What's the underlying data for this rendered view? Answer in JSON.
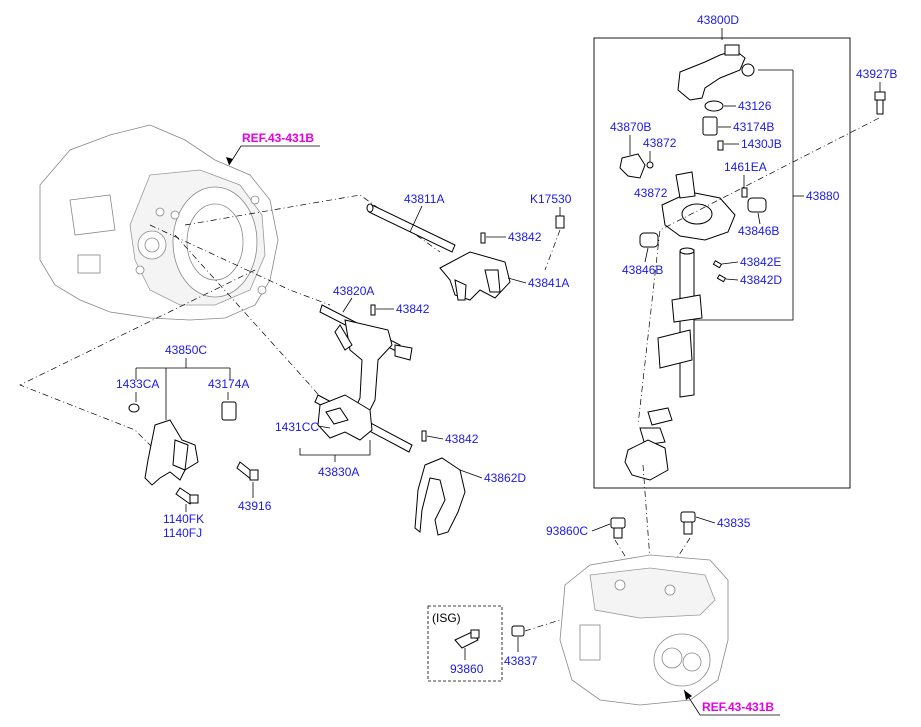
{
  "labels": {
    "p43800D": "43800D",
    "p43927B": "43927B",
    "p43126": "43126",
    "p43174B": "43174B",
    "p43870B": "43870B",
    "p43872a": "43872",
    "p1430JB": "1430JB",
    "p1461EA": "1461EA",
    "p43872b": "43872",
    "p43880": "43880",
    "p43846Ba": "43846B",
    "p43846Bb": "43846B",
    "p43842E": "43842E",
    "p43842D": "43842D",
    "p43811A": "43811A",
    "p43842a": "43842",
    "pK17530": "K17530",
    "p43841A": "43841A",
    "p43820A": "43820A",
    "p43842b": "43842",
    "p43850C": "43850C",
    "p1433CA": "1433CA",
    "p43174A": "43174A",
    "p1431CC": "1431CC",
    "p43842c": "43842",
    "p43830A": "43830A",
    "p43862D": "43862D",
    "p43916": "43916",
    "p1140FK": "1140FK",
    "p1140FJ": "1140FJ",
    "p93860C": "93860C",
    "p43835": "43835",
    "pISG": "(ISG)",
    "p93860": "93860",
    "p43837": "43837"
  },
  "refs": {
    "ref_top": "REF.43-431B",
    "ref_bottom": "REF.43-431B"
  },
  "colors": {
    "label": "#1a1ae6",
    "reference": "#e600e6",
    "line": "#000000"
  }
}
